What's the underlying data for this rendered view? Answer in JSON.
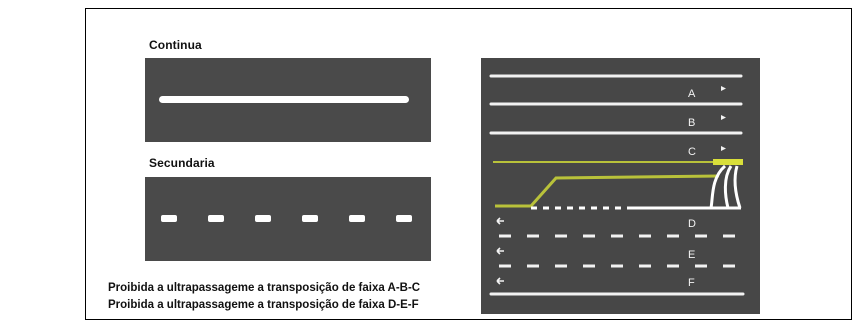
{
  "labels": {
    "continua": "Continua",
    "secundaria": "Secundaria"
  },
  "rules": [
    "Proibida a ultrapassageme a transposição de faixa A-B-C",
    "Proibida a ultrapassageme a transposição de faixa D-E-F"
  ],
  "lane_letters": [
    "A",
    "B",
    "C",
    "D",
    "E",
    "F"
  ],
  "colors": {
    "road": "#4a4a4a",
    "marking": "#ffffff",
    "highlight": "#b9c23a"
  }
}
